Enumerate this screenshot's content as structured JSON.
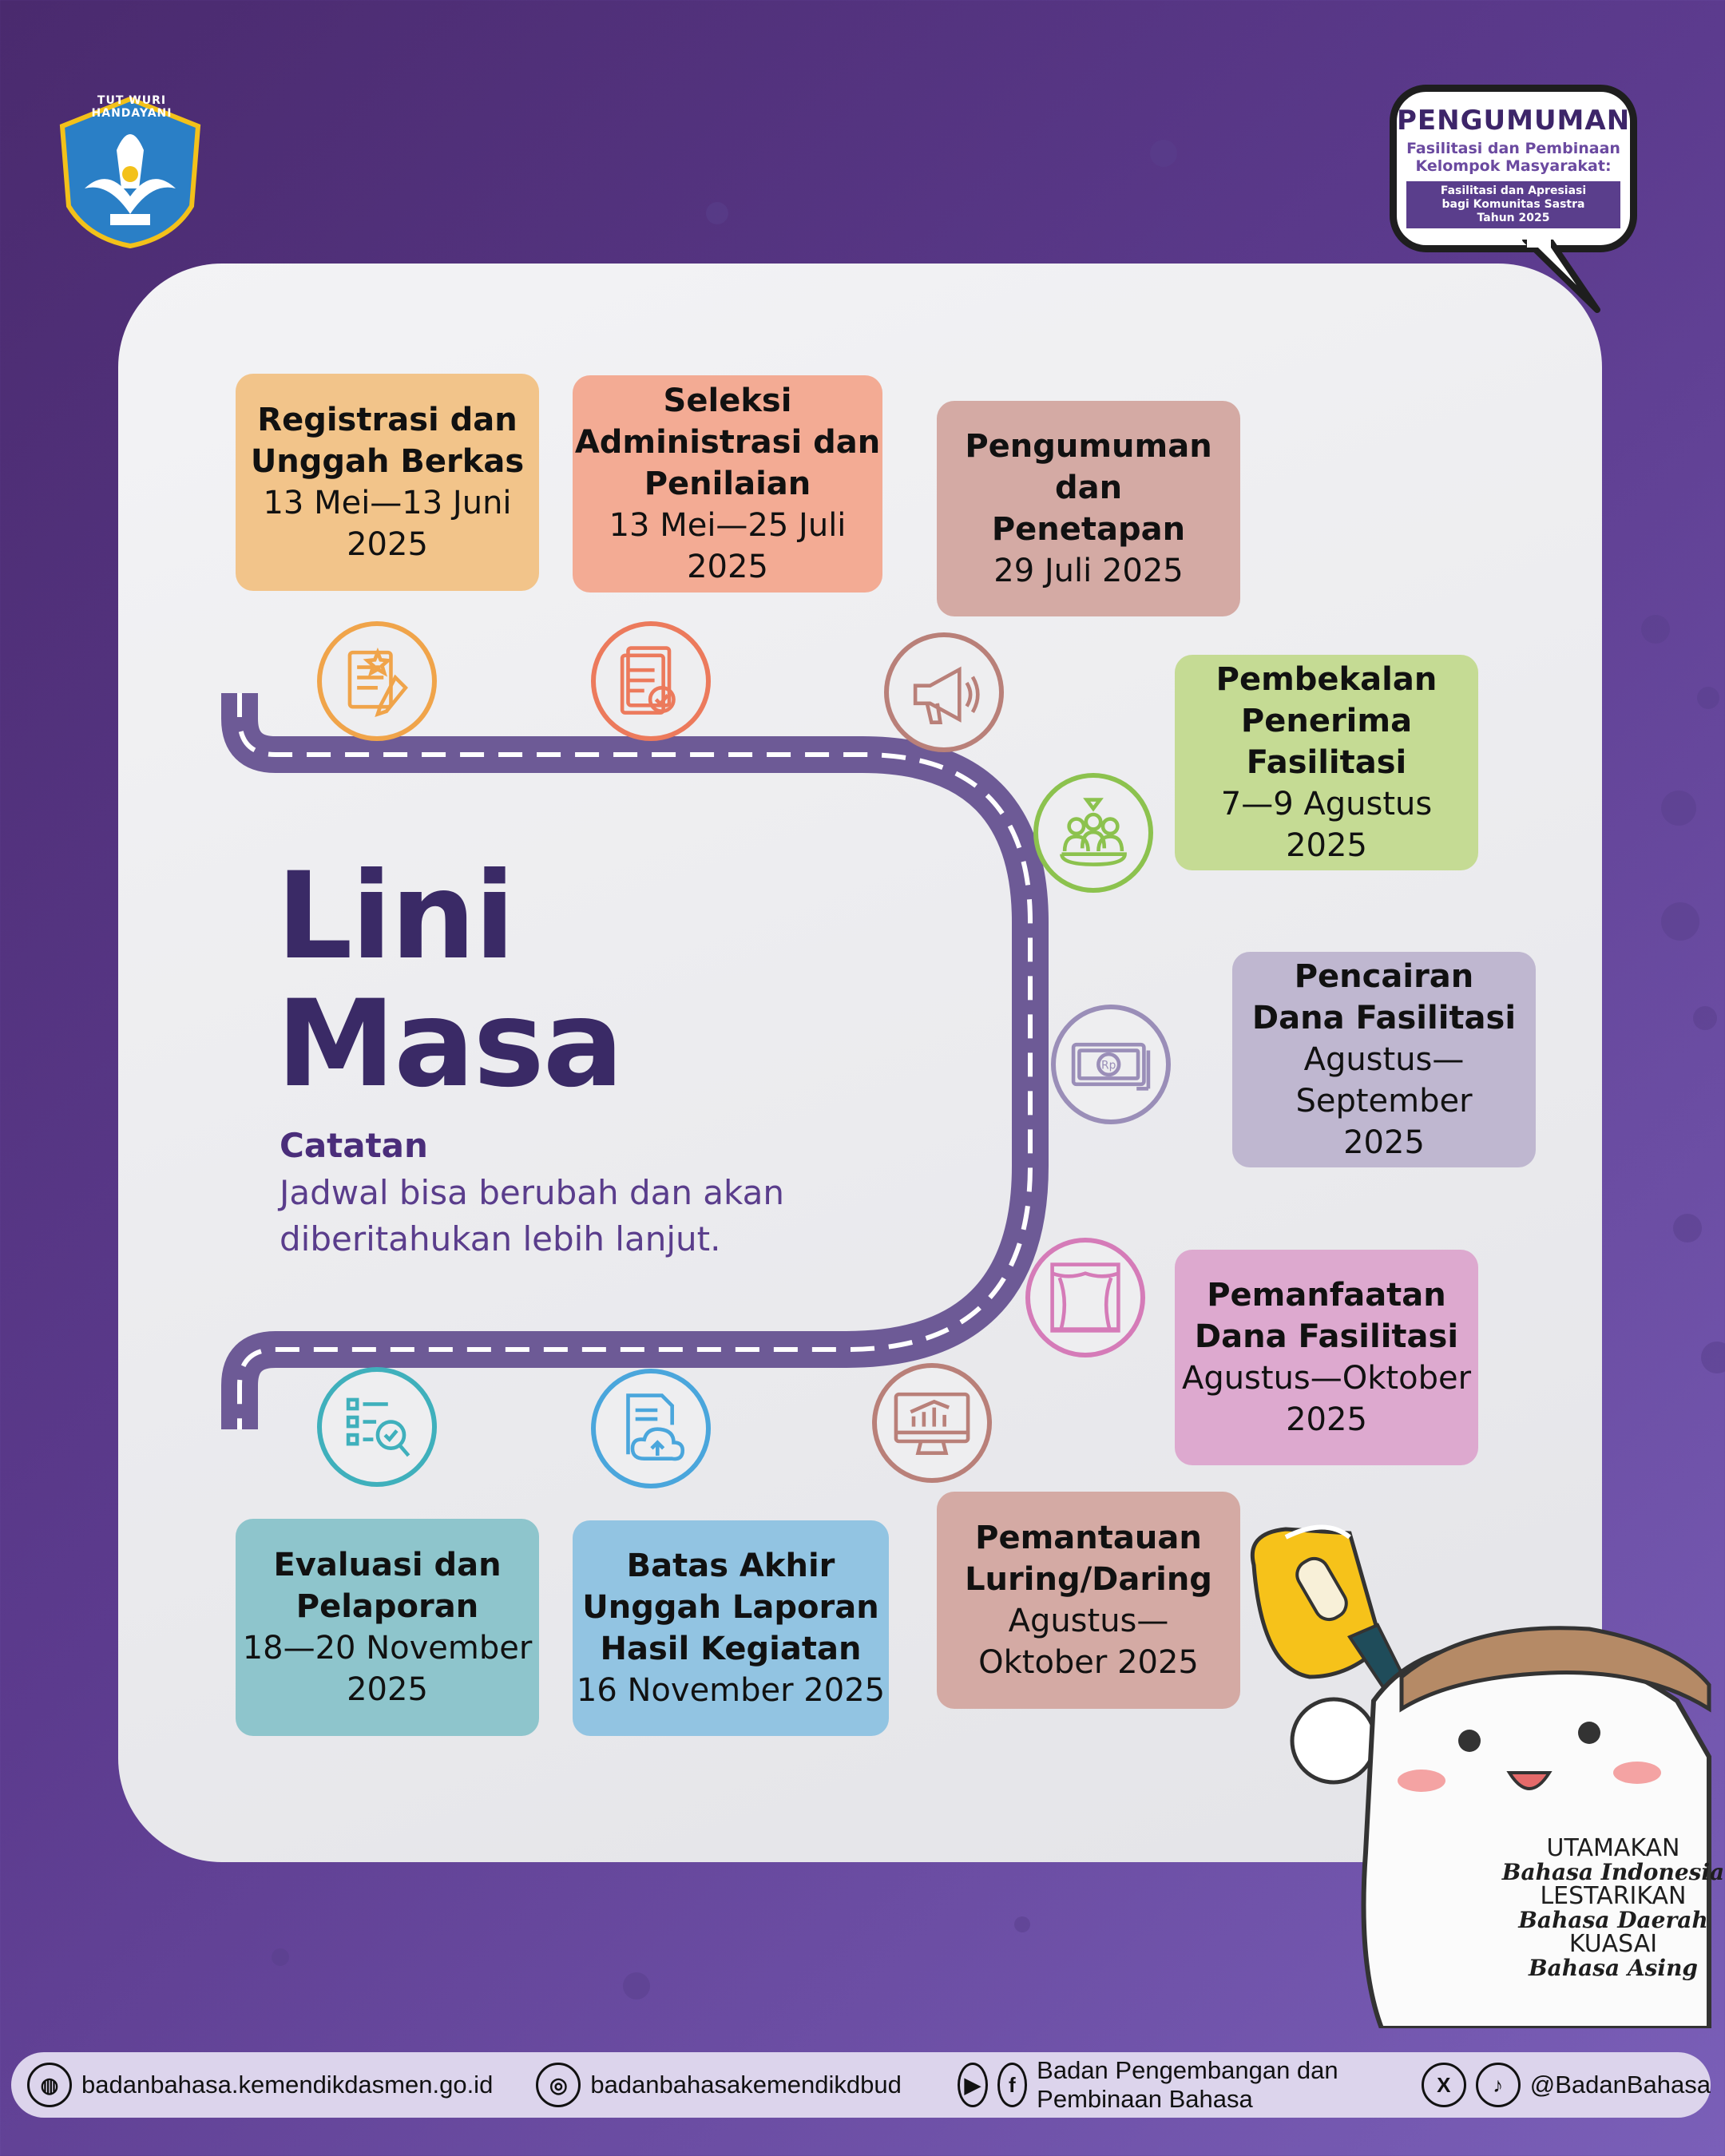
{
  "logo": {
    "text": "TUT WURI HANDAYANI"
  },
  "bubble": {
    "title": "PENGUMUMAN",
    "sub1": "Fasilitasi dan Pembinaan",
    "sub2": "Kelompok Masyarakat:",
    "band1": "Fasilitasi dan Apresiasi",
    "band2": "bagi Komunitas Sastra",
    "band3": "Tahun 2025"
  },
  "heading": {
    "line1": "Lini",
    "line2": "Masa"
  },
  "note": {
    "title": "Catatan",
    "line1": "Jadwal bisa berubah dan akan",
    "line2": "diberitahukan lebih lanjut."
  },
  "stages": [
    {
      "title": [
        "Registrasi dan",
        "Unggah Berkas"
      ],
      "date": [
        "13 Mei—13 Juni",
        "2025"
      ],
      "color": "#f2c48a"
    },
    {
      "title": [
        "Seleksi",
        "Administrasi dan",
        "Penilaian"
      ],
      "date": [
        "13 Mei—25 Juli",
        "2025"
      ],
      "color": "#f3ab94"
    },
    {
      "title": [
        "Pengumuman",
        "dan",
        "Penetapan"
      ],
      "date": [
        "29 Juli 2025"
      ],
      "color": "#d4aaa4"
    },
    {
      "title": [
        "Pembekalan",
        "Penerima",
        "Fasilitasi"
      ],
      "date": [
        "7—9 Agustus",
        "2025"
      ],
      "color": "#c5db94"
    },
    {
      "title": [
        "Pencairan",
        "Dana Fasilitasi"
      ],
      "date": [
        "Agustus—",
        "September",
        "2025"
      ],
      "color": "#bfb7d0"
    },
    {
      "title": [
        "Pemanfaatan",
        "Dana Fasilitasi"
      ],
      "date": [
        "Agustus—Oktober",
        "2025"
      ],
      "color": "#dda9cf"
    },
    {
      "title": [
        "Pemantauan",
        "Luring/Daring"
      ],
      "date": [
        "Agustus—",
        "Oktober 2025"
      ],
      "color": "#d4aaa4"
    },
    {
      "title": [
        "Batas Akhir",
        "Unggah Laporan",
        "Hasil Kegiatan"
      ],
      "date": [
        "16 November 2025"
      ],
      "color": "#92c4e2"
    },
    {
      "title": [
        "Evaluasi dan",
        "Pelaporan"
      ],
      "date": [
        "18—20 November",
        "2025"
      ],
      "color": "#8ec5cc"
    }
  ],
  "icons": [
    {
      "name": "form-pen-icon",
      "color": "#f0a44a"
    },
    {
      "name": "document-check-icon",
      "color": "#ec7a5c"
    },
    {
      "name": "megaphone-icon",
      "color": "#b98079"
    },
    {
      "name": "group-icon",
      "color": "#8cc24e"
    },
    {
      "name": "banknote-icon",
      "color": "#9a8eb8"
    },
    {
      "name": "stage-curtain-icon",
      "color": "#d57bb8"
    },
    {
      "name": "monitor-chart-icon",
      "color": "#b98079"
    },
    {
      "name": "cloud-upload-icon",
      "color": "#4aa6dc"
    },
    {
      "name": "checklist-magnifier-icon",
      "color": "#3fb0bc"
    }
  ],
  "mascot": {
    "l1": "UTAMAKAN",
    "l2": "Bahasa Indonesia",
    "l3": "LESTARIKAN",
    "l4": "Bahasa Daerah",
    "l5": "KUASAI",
    "l6": "Bahasa Asing"
  },
  "footer": {
    "website": "badanbahasa.kemendikdasmen.go.id",
    "instagram": "badanbahasakemendikdbud",
    "youtube_facebook": "Badan Pengembangan dan Pembinaan Bahasa",
    "x_tiktok": "@BadanBahasa"
  }
}
